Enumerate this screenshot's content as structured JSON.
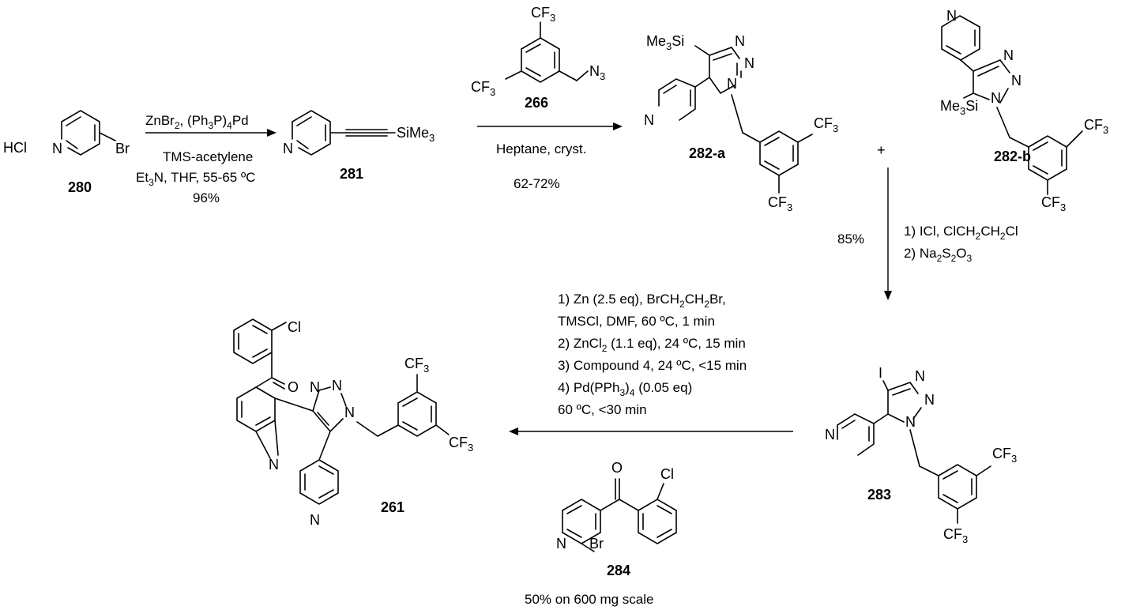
{
  "compounds": {
    "c280": "280",
    "c281": "281",
    "c266": "266",
    "c282a": "282-a",
    "c282b": "282-b",
    "c283": "283",
    "c284": "284",
    "c261": "261"
  },
  "atoms": {
    "hcl": "HCl",
    "n": "N",
    "br": "Br",
    "cl": "Cl",
    "o": "O",
    "i": "I",
    "cf": "CF",
    "sub3": "3",
    "sime": "SiMe",
    "me": "Me",
    "si": "Si"
  },
  "plus": "+",
  "steps": {
    "s1": {
      "reagent_a": "ZnBr",
      "reagent_b": ", (Ph",
      "reagent_c": "P)",
      "reagent_d": "Pd",
      "sub2": "2",
      "sub3": "3",
      "sub4": "4",
      "line2": "TMS-acetylene",
      "line3a": "Et",
      "line3b": "N, THF,  55-65 ºC",
      "yield": "96%"
    },
    "s2": {
      "line1": "Heptane, cryst.",
      "yield": "62-72%"
    },
    "s3": {
      "yield": "85%",
      "line1": "1) ICl, ClCH",
      "line1b": "CH",
      "line1c": "Cl",
      "line2a": "2) Na",
      "line2b": "S",
      "line2c": "O",
      "sub2": "2",
      "sub3": "3"
    },
    "s4": {
      "line1": "1) Zn (2.5 eq), BrCH",
      "line1b": "CH",
      "line1c": "Br,",
      "line2": "TMSCl, DMF,  60 ºC, 1 min",
      "line3a": "2) ZnCl",
      "line3b": " (1.1 eq), 24 ºC, 15 min",
      "line4": "3) Compound 4, 24 ºC, <15 min",
      "line5a": "4) Pd(PPh",
      "line5b": ")",
      "line5c": " (0.05 eq)",
      "line6": "60 ºC, <30 min",
      "sub2": "2",
      "sub3": "3",
      "sub4": "4",
      "yield": "50% on 600 mg scale"
    }
  }
}
